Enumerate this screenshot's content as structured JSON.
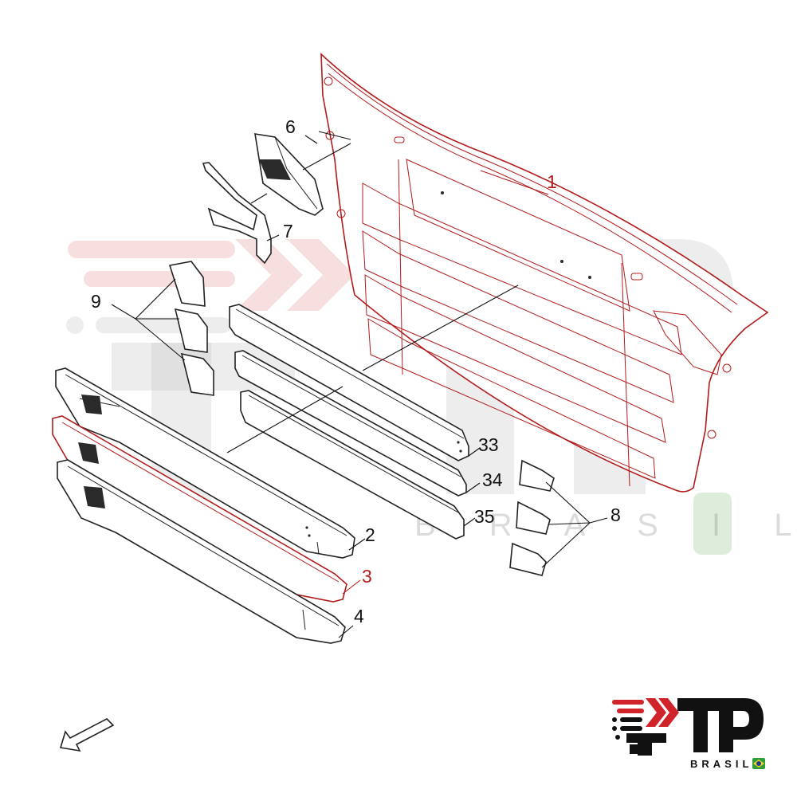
{
  "callouts": {
    "c1": "1",
    "c2": "2",
    "c3": "3",
    "c4": "4",
    "c6": "6",
    "c7": "7",
    "c8": "8",
    "c9": "9",
    "c33": "33",
    "c34": "34",
    "c35": "35"
  },
  "watermark": {
    "brasil": "B R A S I L"
  },
  "logo": {
    "brasil": "BRASIL"
  },
  "colors": {
    "highlight": "#b21c1c",
    "line": "#222222",
    "logo_red": "#d1242a"
  },
  "icons": {
    "direction": "arrow-down-left-icon",
    "flag": "brazil-flag-icon"
  }
}
